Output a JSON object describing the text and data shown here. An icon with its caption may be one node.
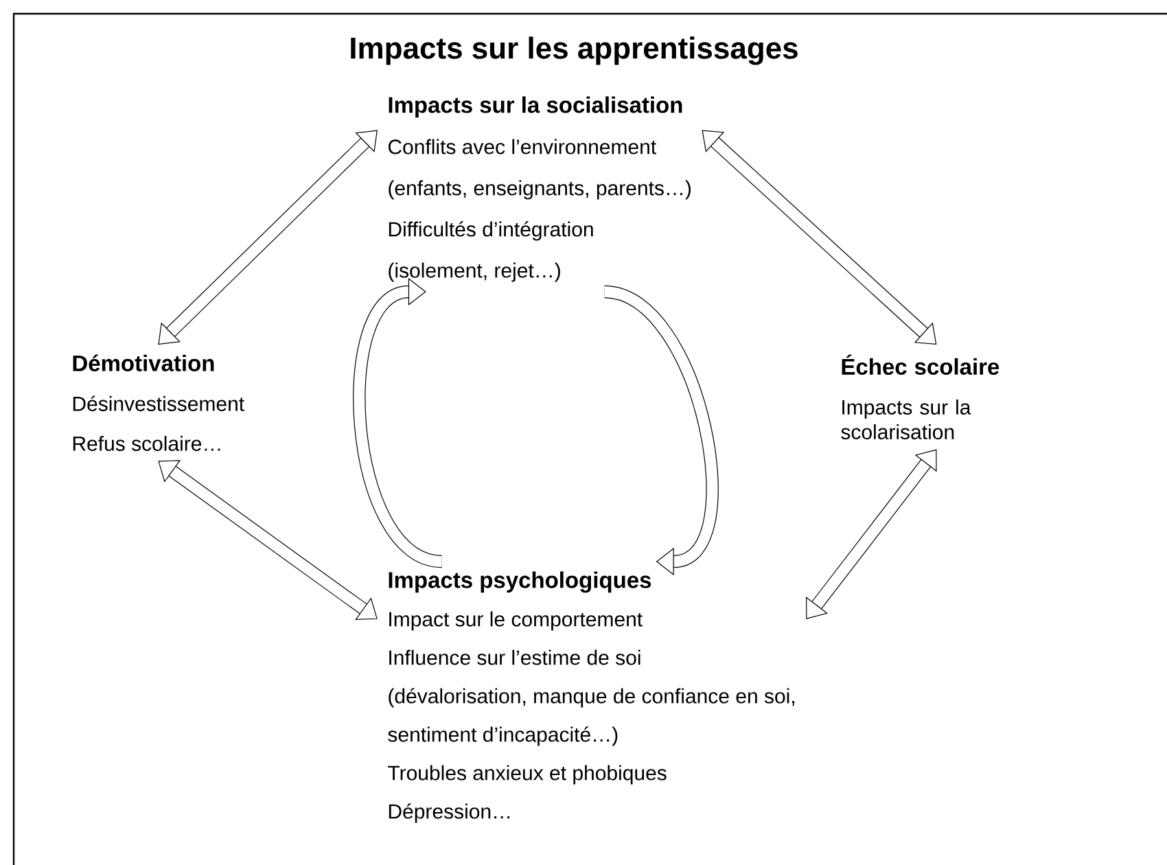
{
  "diagram": {
    "title": "Impacts sur les apprentissages",
    "nodes": [
      {
        "text": [
          "Impacts sur la socialisation",
          "Conflits avec l’environnement",
          "(enfants, enseignants, parents…)",
          "Difficultés d’intégration",
          "(isolement, rejet…)"
        ]
      },
      {
        "text": [
          "Démotivation",
          "Désinvestissement",
          "Refus scolaire…"
        ]
      },
      {
        "text": [
          "Échec scolaire",
          "Impacts sur la scolarisation"
        ]
      },
      {
        "text": [
          "Impacts psychologiques",
          "Impact sur le comportement",
          "Influence sur l’estime de soi",
          "(dévalorisation, manque de confiance en soi,",
          "sentiment d’incapacité…)",
          "Troubles anxieux et phobiques",
          "Dépression…"
        ]
      }
    ],
    "edges": [
      {
        "from": 1,
        "to": 0,
        "arrow": "both"
      },
      {
        "from": 0,
        "to": 2,
        "arrow": "both"
      },
      {
        "from": 1,
        "to": 3,
        "arrow": "both"
      },
      {
        "from": 3,
        "to": 2,
        "arrow": "both"
      },
      {
        "from": 3,
        "to": 0,
        "arrow": "to"
      },
      {
        "from": 0,
        "to": 3,
        "arrow": "to"
      }
    ]
  }
}
